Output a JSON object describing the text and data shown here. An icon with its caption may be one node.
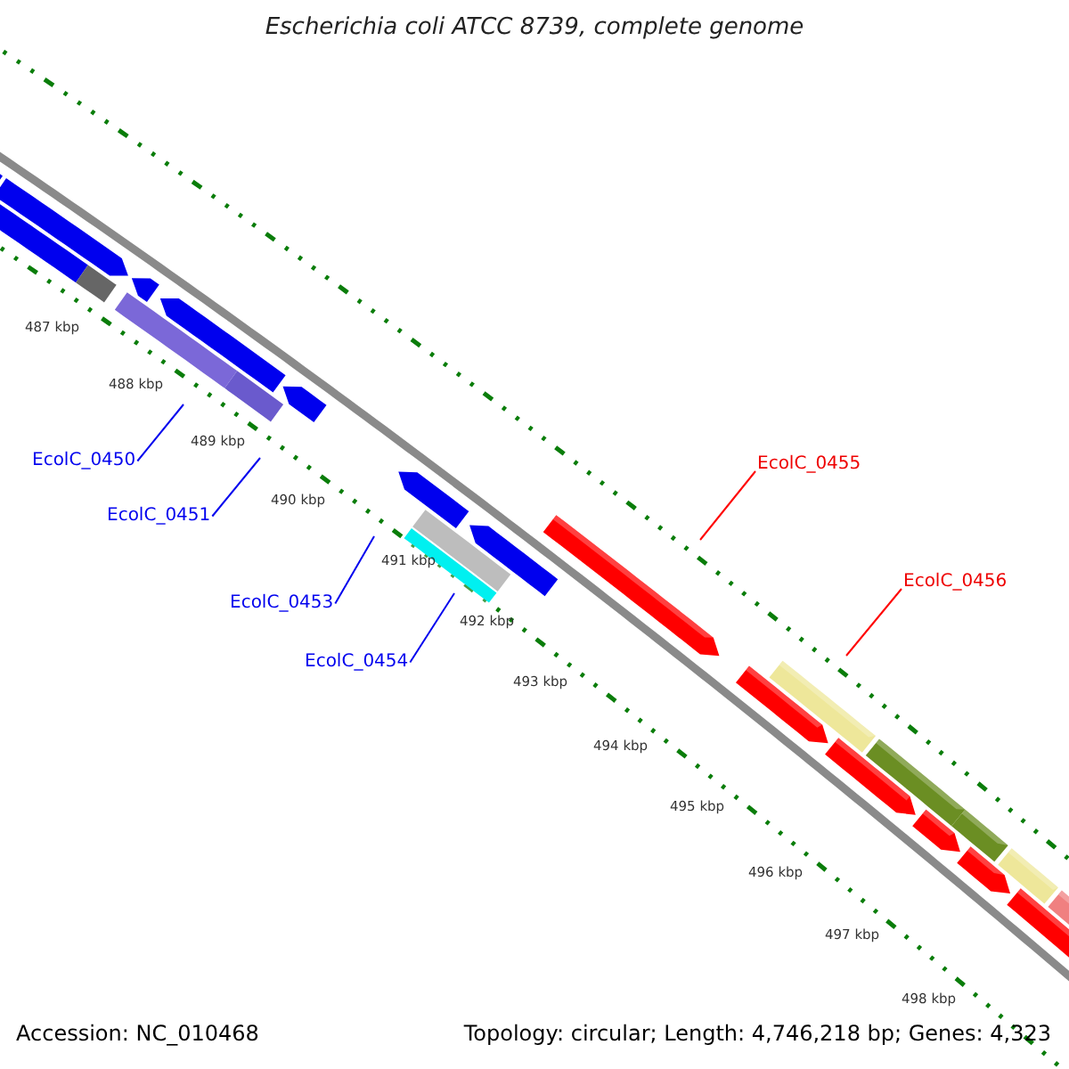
{
  "diagram": {
    "title": "Escherichia coli ATCC 8739, complete genome",
    "nodes": [
      {
        "text": [
          "EcolC_0450"
        ]
      },
      {
        "text": [
          "EcolC_0451"
        ]
      },
      {
        "text": [
          "EcolC_0453"
        ]
      },
      {
        "text": [
          "EcolC_0454"
        ]
      },
      {
        "text": [
          "EcolC_0455"
        ]
      },
      {
        "text": [
          "EcolC_0456"
        ]
      }
    ],
    "edges": [
      {
        "from": 0,
        "to": null,
        "arrow": "none"
      },
      {
        "from": 1,
        "to": null,
        "arrow": "none"
      },
      {
        "from": 2,
        "to": null,
        "arrow": "none"
      },
      {
        "from": 3,
        "to": null,
        "arrow": "none"
      },
      {
        "from": 4,
        "to": null,
        "arrow": "none",
        "color": "#ff0000"
      },
      {
        "from": 5,
        "to": null,
        "arrow": "none",
        "color": "#ff0000"
      }
    ],
    "labels": [
      "487 kbp",
      "488 kbp",
      "489 kbp",
      "490 kbp",
      "491 kbp",
      "492 kbp",
      "493 kbp",
      "494 kbp",
      "495 kbp",
      "496 kbp",
      "497 kbp",
      "498 kbp",
      "Accession: NC_010468",
      "Topology: circular; Length: 4,746,218 bp; Genes: 4,323"
    ]
  }
}
